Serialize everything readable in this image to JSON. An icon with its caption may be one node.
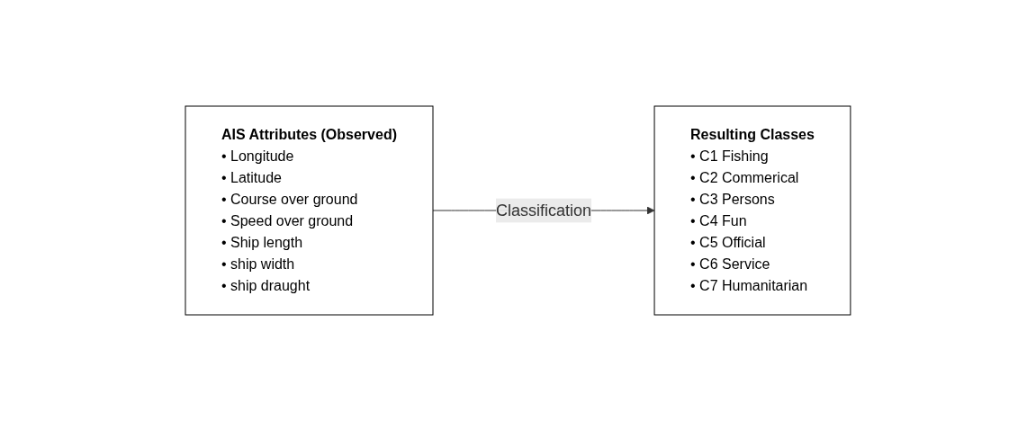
{
  "diagram": {
    "nodes": [
      {
        "text": [
          "AIS Attributes (Observed)",
          "• Longitude",
          "• Latitude",
          "• Course over ground",
          "• Speed over ground",
          "• Ship length",
          "• ship width",
          "• ship draught"
        ]
      },
      {
        "text": [
          "Resulting Classes",
          "• C1 Fishing",
          "• C2 Commerical",
          "• C3 Persons",
          "• C4 Fun",
          "• C5 Official",
          "• C6 Service",
          "• C7 Humanitarian"
        ]
      }
    ],
    "edges": [
      {
        "from": 0,
        "to": 1,
        "arrow": "to",
        "label": "Classification"
      }
    ]
  }
}
